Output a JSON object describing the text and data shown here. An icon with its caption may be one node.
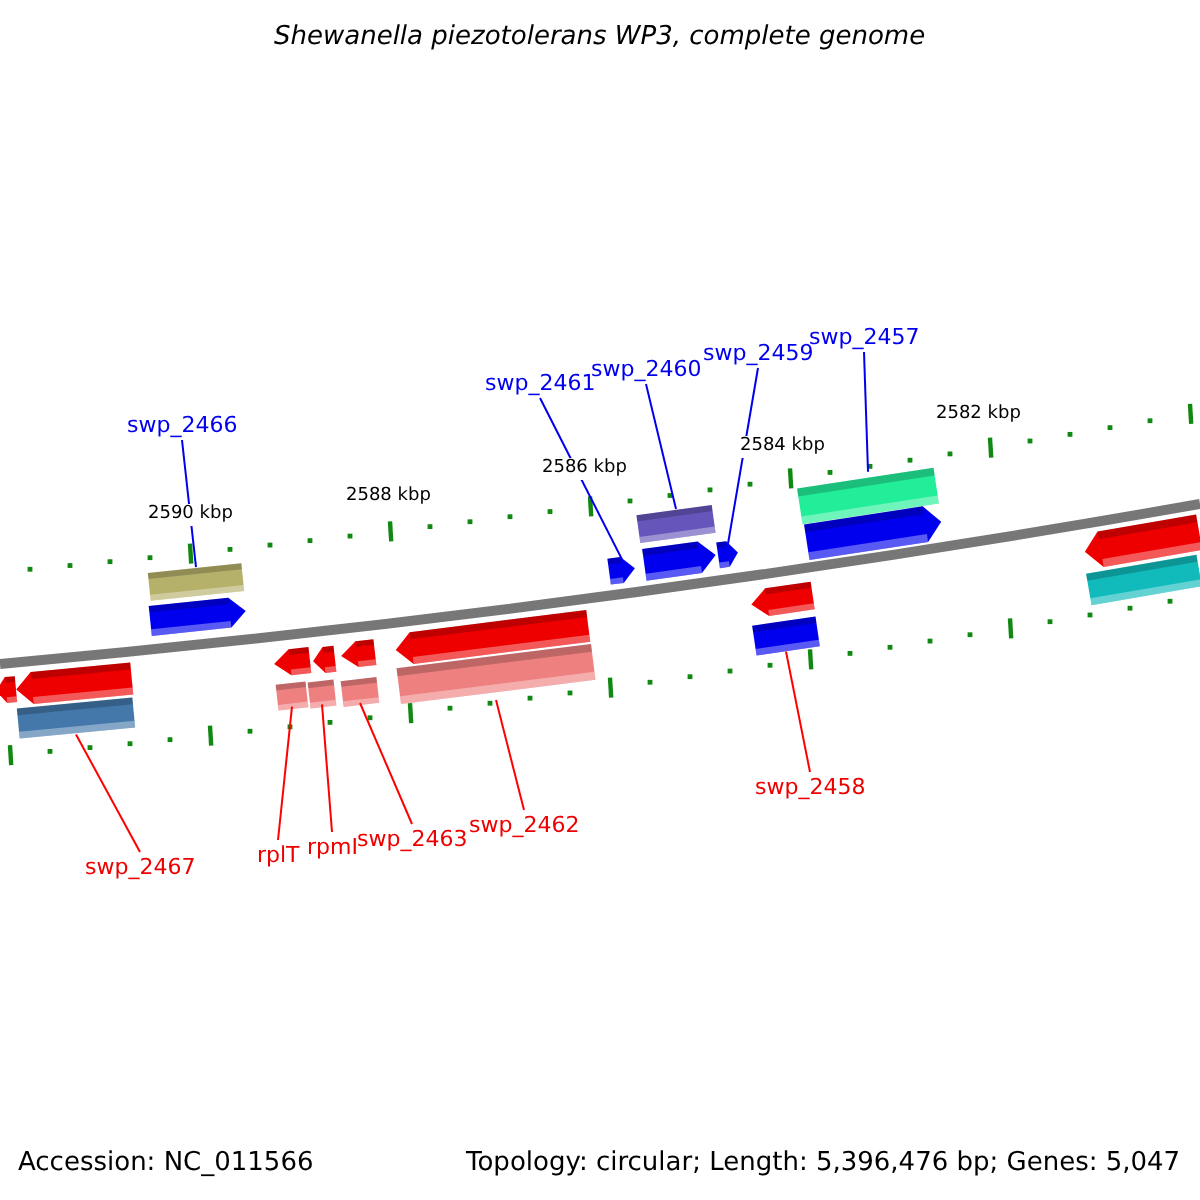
{
  "diagram": {
    "title": "Shewanella piezotolerans WP3, complete genome",
    "nodes": [
      {
        "text": [
          "swp_2457"
        ]
      },
      {
        "text": [
          "swp_2459"
        ]
      },
      {
        "text": [
          "swp_2460"
        ]
      },
      {
        "text": [
          "swp_2461"
        ]
      },
      {
        "text": [
          "swp_2466"
        ]
      },
      {
        "text": [
          "swp_2458"
        ]
      },
      {
        "text": [
          "swp_2462"
        ]
      },
      {
        "text": [
          "swp_2463"
        ]
      },
      {
        "text": [
          "rpmI"
        ]
      },
      {
        "text": [
          "rplT"
        ]
      },
      {
        "text": [
          "swp_2467"
        ]
      },
      {
        "text": [],
        "shape": "bar"
      },
      {
        "text": [],
        "shape": "arrow"
      },
      {
        "text": [],
        "shape": "bar"
      },
      {
        "text": [],
        "shape": "arrow"
      },
      {
        "text": [],
        "shape": "bar"
      },
      {
        "text": [],
        "shape": "bar"
      },
      {
        "text": [],
        "shape": "bar"
      },
      {
        "text": [],
        "shape": "bar"
      },
      {
        "text": [],
        "shape": "bar"
      },
      {
        "text": [],
        "shape": "bar"
      },
      {
        "text": [],
        "shape": "bar"
      },
      {
        "text": [],
        "shape": "arrow"
      },
      {
        "text": [],
        "shape": "arrow"
      },
      {
        "text": [],
        "shape": "arrow"
      },
      {
        "text": [],
        "shape": "arrow"
      },
      {
        "text": [],
        "shape": "bar"
      },
      {
        "text": [],
        "shape": "arrow"
      },
      {
        "text": [],
        "shape": "arrow"
      },
      {
        "text": [],
        "shape": "arrow"
      },
      {
        "text": [],
        "shape": "arrow"
      },
      {
        "text": [],
        "shape": "arrow"
      },
      {
        "text": [],
        "shape": "arrow"
      },
      {
        "text": [],
        "shape": "arrow"
      }
    ],
    "edges": [
      {
        "from": 0,
        "to": 11,
        "arrow": "none",
        "color": "#0000ee"
      },
      {
        "from": 1,
        "to": 12,
        "arrow": "none",
        "color": "#0000ee"
      },
      {
        "from": 2,
        "to": 13,
        "arrow": "none",
        "color": "#0000ee"
      },
      {
        "from": 3,
        "to": 14,
        "arrow": "none",
        "color": "#0000ee"
      },
      {
        "from": 4,
        "to": 15,
        "arrow": "none",
        "color": "#0000ee"
      },
      {
        "from": 5,
        "to": 16,
        "arrow": "none",
        "color": "#ff0000"
      },
      {
        "from": 6,
        "to": 17,
        "arrow": "none",
        "color": "#ff0000"
      },
      {
        "from": 7,
        "to": 18,
        "arrow": "none",
        "color": "#ff0000"
      },
      {
        "from": 8,
        "to": 19,
        "arrow": "none",
        "color": "#ff0000"
      },
      {
        "from": 9,
        "to": 20,
        "arrow": "none",
        "color": "#ff0000"
      },
      {
        "from": 10,
        "to": 21,
        "arrow": "none",
        "color": "#ff0000"
      }
    ],
    "labels": [
      "2582 kbp",
      "2584 kbp",
      "2586 kbp",
      "2588 kbp",
      "2590 kbp",
      "Accession: NC_011566",
      "Topology: circular; Length: 5,396,476 bp; Genes: 5,047"
    ]
  }
}
